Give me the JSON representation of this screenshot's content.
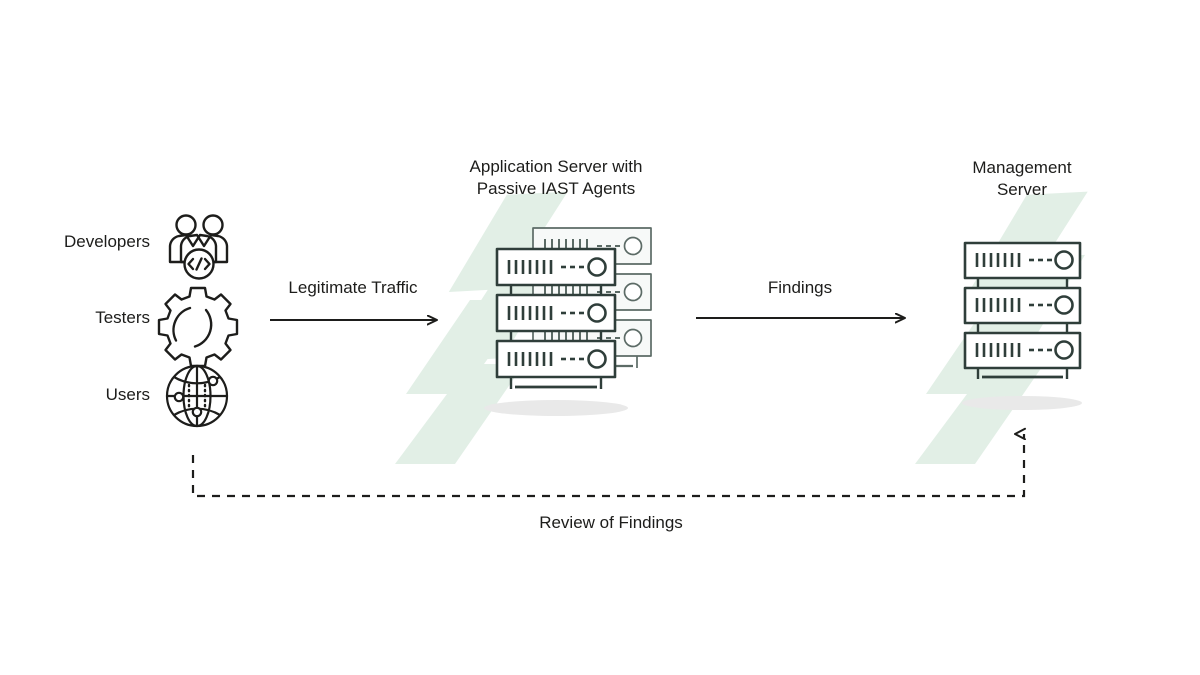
{
  "diagram": {
    "type": "flow-diagram",
    "title_present": false,
    "background_color": "#ffffff",
    "stroke_color": "#1d1d1b",
    "server_stroke_color": "#2f3e3a",
    "watermark_color": "#e2efe6",
    "shadow_color": "#e8e8e8",
    "actors": [
      {
        "label": "Developers",
        "icon": "developers-team-code-icon"
      },
      {
        "label": "Testers",
        "icon": "gear-icon"
      },
      {
        "label": "Users",
        "icon": "globe-network-icon"
      }
    ],
    "nodes": [
      {
        "id": "app-server",
        "title_line1": "Application Server with",
        "title_line2": "Passive IAST Agents",
        "icon": "server-rack-stack-icon"
      },
      {
        "id": "management-server",
        "title_line1": "Management",
        "title_line2": "Server",
        "icon": "server-rack-icon"
      }
    ],
    "connectors": [
      {
        "id": "legitimate-traffic",
        "label": "Legitimate Traffic",
        "style": "solid",
        "direction": "right"
      },
      {
        "id": "findings",
        "label": "Findings",
        "style": "solid",
        "direction": "right"
      },
      {
        "id": "review-of-findings",
        "label": "Review of Findings",
        "style": "dashed",
        "direction": "up-left-to-right"
      }
    ]
  }
}
